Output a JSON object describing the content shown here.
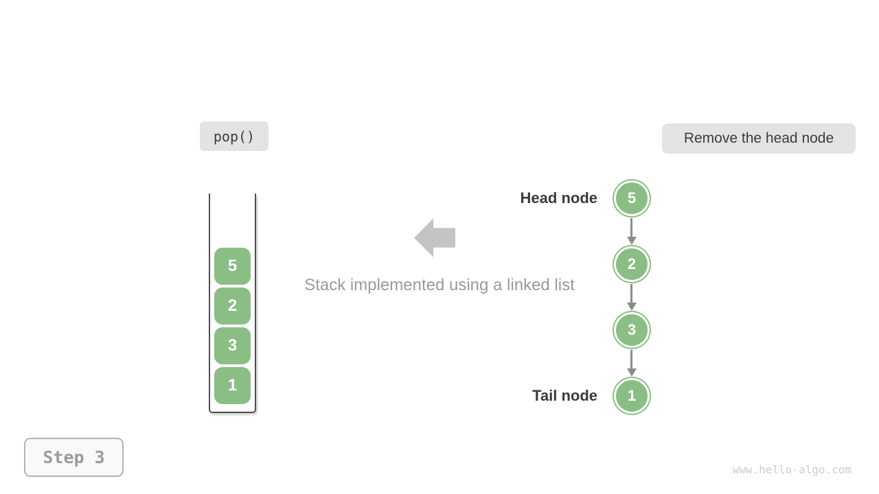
{
  "labels": {
    "operation": "pop()",
    "description": "Remove the head node",
    "caption": "Stack implemented using a linked list",
    "step": "Step 3",
    "watermark": "www.hello-algo.com"
  },
  "stack": {
    "items": [
      "5",
      "2",
      "3",
      "1"
    ]
  },
  "linked_list": {
    "head_label": "Head node",
    "tail_label": "Tail node",
    "nodes": [
      "5",
      "2",
      "3",
      "1"
    ]
  },
  "colors": {
    "node_green": "#8abe84",
    "label_bg": "#e3e3e3",
    "list_arrow_gray": "#8c8c8c",
    "block_arrow_gray": "#c4c4c4",
    "dark_text": "#3c3c3c",
    "caption_gray": "#9a9a9a",
    "step_gray": "#9c9c9c",
    "watermark_gray": "#cdcdcd",
    "container_border": "#4f4f4f"
  }
}
